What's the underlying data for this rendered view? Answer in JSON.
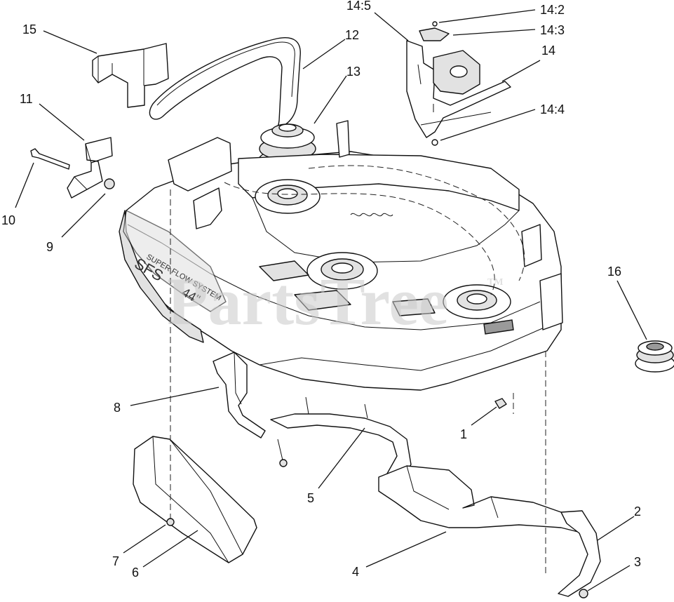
{
  "watermark": {
    "text": "PartsTree",
    "mark": "TM"
  },
  "decals": {
    "system": "SUPER FLOW SYSTEM",
    "badge": "SFS",
    "size": "44\""
  },
  "callouts": [
    {
      "id": "c15",
      "label": "15"
    },
    {
      "id": "c12",
      "label": "12"
    },
    {
      "id": "c13",
      "label": "13"
    },
    {
      "id": "c11",
      "label": "11"
    },
    {
      "id": "c10",
      "label": "10"
    },
    {
      "id": "c9",
      "label": "9"
    },
    {
      "id": "c14_5",
      "label": "14:5"
    },
    {
      "id": "c14_2",
      "label": "14:2"
    },
    {
      "id": "c14_3",
      "label": "14:3"
    },
    {
      "id": "c14",
      "label": "14"
    },
    {
      "id": "c14_4",
      "label": "14:4"
    },
    {
      "id": "c16",
      "label": "16"
    },
    {
      "id": "c8",
      "label": "8"
    },
    {
      "id": "c1",
      "label": "1"
    },
    {
      "id": "c5",
      "label": "5"
    },
    {
      "id": "c2",
      "label": "2"
    },
    {
      "id": "c3",
      "label": "3"
    },
    {
      "id": "c7",
      "label": "7"
    },
    {
      "id": "c6",
      "label": "6"
    },
    {
      "id": "c4",
      "label": "4"
    }
  ]
}
